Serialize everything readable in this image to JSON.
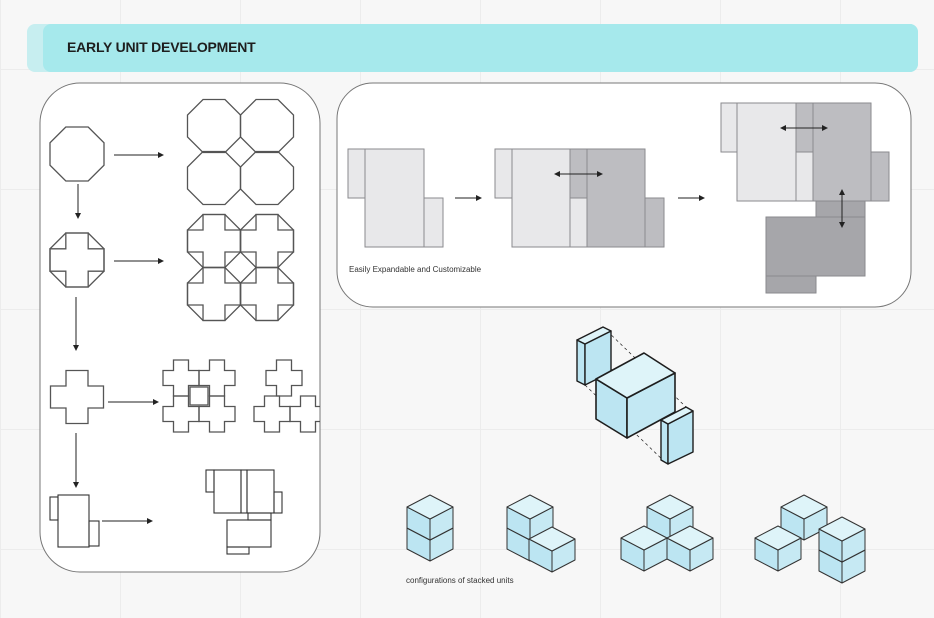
{
  "header": {
    "title": "EARLY UNIT DEVELOPMENT"
  },
  "expansion_panel": {
    "caption": "Easily Expandable and Customizable"
  },
  "stacking_section": {
    "caption": "configurations of stacked units"
  },
  "colors": {
    "header_bg": "#a6e9ec",
    "unit_light": "#e8e8ea",
    "unit_mid": "#bdbdc1",
    "unit_dark": "#a6a6aa",
    "iso_top": "#def4f9",
    "iso_side": "#bce5f2"
  }
}
